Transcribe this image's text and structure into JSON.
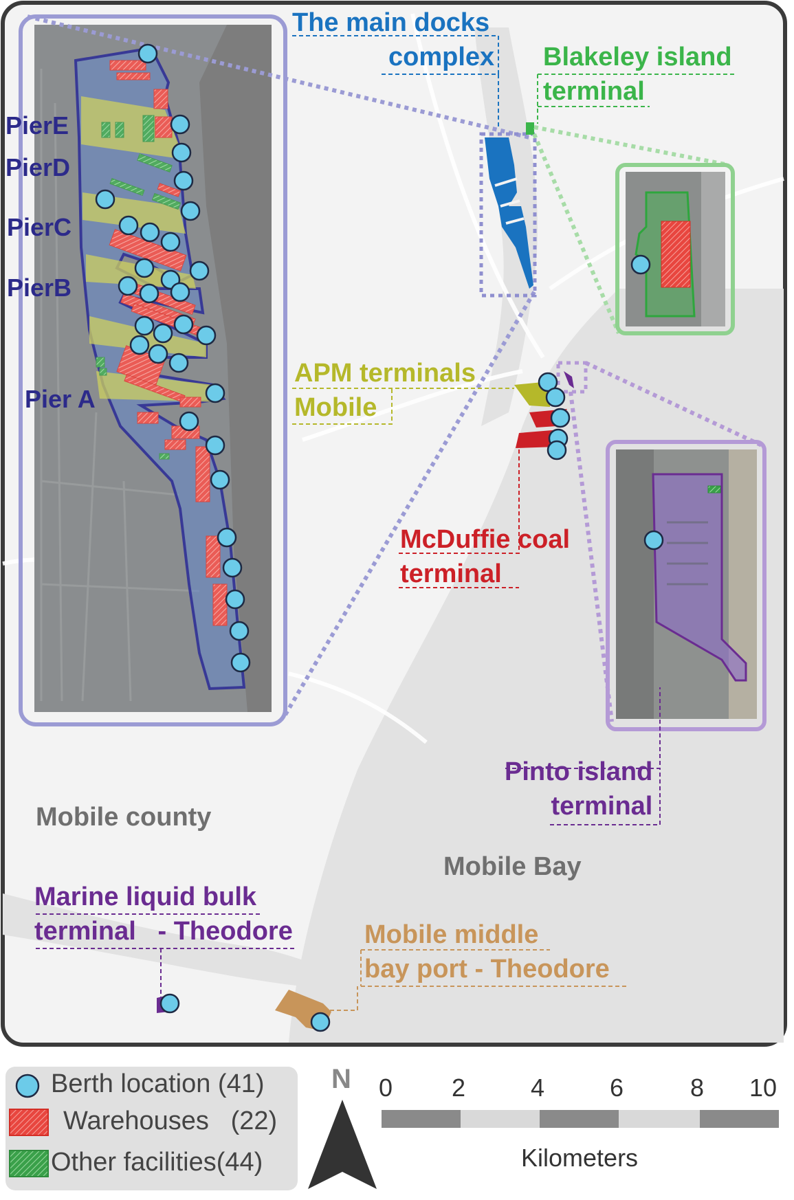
{
  "terminals": {
    "main_docks": {
      "line1": "The main docks",
      "line2": "complex",
      "color": "#1a73c0"
    },
    "blakeley": {
      "line1": "Blakeley island",
      "line2": "terminal",
      "color": "#3bb54a"
    },
    "apm": {
      "line1": "APM terminals",
      "line2": "Mobile",
      "color": "#b5b82a"
    },
    "mcduffie": {
      "line1": "McDuffie coal",
      "line2": "terminal",
      "color": "#cc2027"
    },
    "pinto": {
      "line1": "Pinto island",
      "line2": "terminal",
      "color": "#6a2c91"
    },
    "marine_liquid": {
      "line1": "Marine liquid bulk",
      "line2": "terminal   - Theodore",
      "color": "#6a2c91"
    },
    "middle_bay": {
      "line1": "Mobile middle",
      "line2": "bay port - Theodore",
      "color": "#c8955a"
    }
  },
  "piers": [
    "PierE",
    "PierD",
    "PierC",
    "PierB",
    "Pier A"
  ],
  "places": {
    "county": "Mobile county",
    "bay": "Mobile Bay"
  },
  "legend": {
    "berth": "Berth location (41)",
    "warehouses": "Warehouses   (22)",
    "other": "Other facilities(44)"
  },
  "north": "N",
  "scale": {
    "ticks": [
      "0",
      "2",
      "4",
      "6",
      "8",
      "10"
    ],
    "unit": "Kilometers"
  },
  "colors": {
    "berth": "#6ccbe9",
    "warehouse": "#e8463f",
    "facility": "#3aa04a",
    "main_dock_area": "#1a73c0",
    "inset_border_main": "#9b9bd4",
    "inset_border_blakeley": "#8fd18f",
    "inset_border_pinto": "#b49ad6"
  }
}
